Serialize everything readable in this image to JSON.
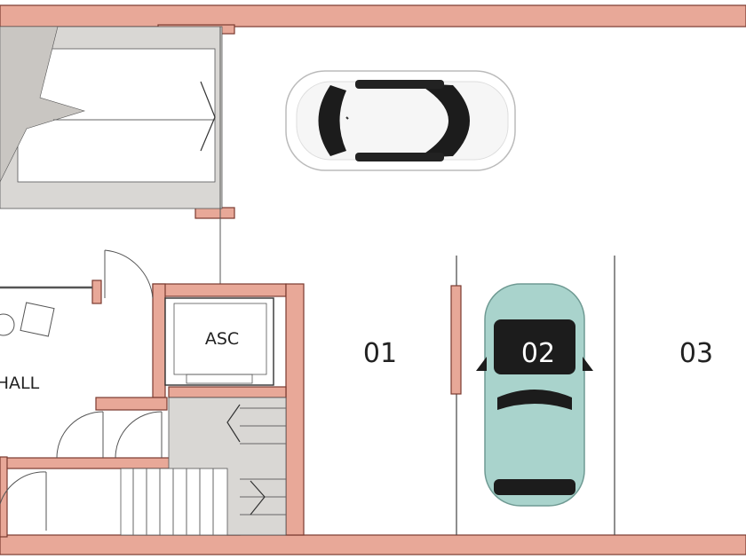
{
  "labels": {
    "elevator": "ASC",
    "hall": "HALL",
    "spot_1": "01",
    "spot_2": "02",
    "spot_3": "03"
  },
  "colors": {
    "wall": "#e8a898",
    "wall_stroke": "#7a3a30",
    "floor_gray": "#c9c6c2",
    "car_white": "#ffffff",
    "car_teal": "#a9d3cc",
    "glass": "#1c1c1c"
  },
  "icons": [
    "car-white-icon",
    "car-teal-icon",
    "door-icon",
    "stairs-icon"
  ]
}
